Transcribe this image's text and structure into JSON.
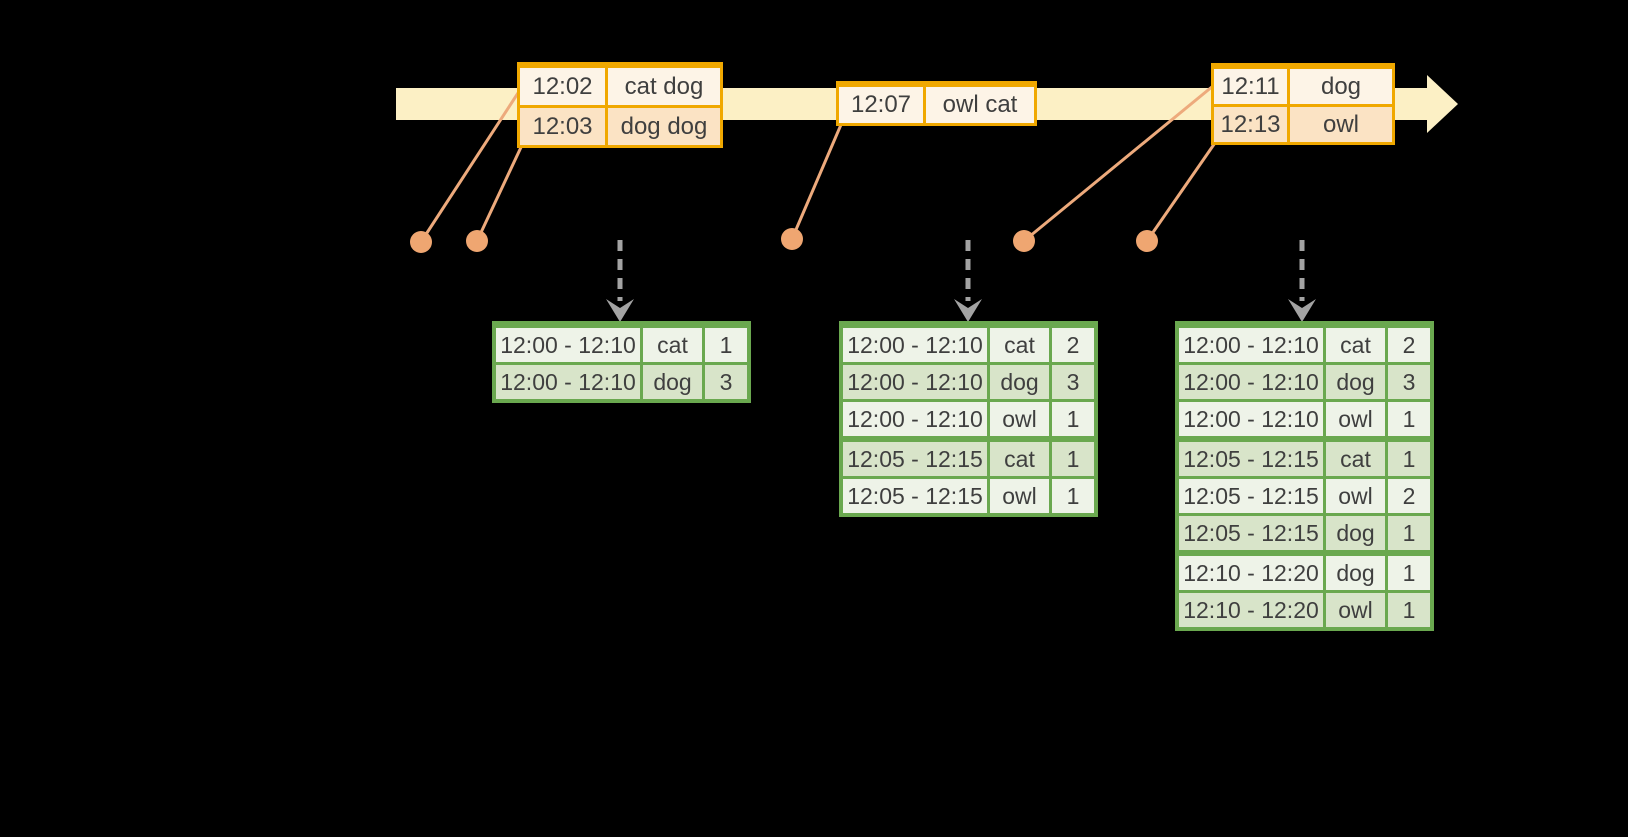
{
  "colors": {
    "background": "#000000",
    "timeline": "#fcf0c5",
    "event_border": "#f0a800",
    "event_row_odd": "#fbe3c4",
    "event_row_even": "#fdf4e7",
    "connector": "#edaa7c",
    "dot": "#efa671",
    "gray_arrow": "#a3a3a3",
    "result_border": "#6aa84f",
    "result_row_odd": "#d8e4c9",
    "result_row_even": "#eef3e8",
    "text": "#3f3f3f"
  },
  "timeline": {
    "event_batches": [
      {
        "rows": [
          {
            "time": "12:02",
            "words": "cat dog"
          },
          {
            "time": "12:03",
            "words": "dog dog"
          }
        ]
      },
      {
        "rows": [
          {
            "time": "12:07",
            "words": "owl cat"
          }
        ]
      },
      {
        "rows": [
          {
            "time": "12:11",
            "words": "dog"
          },
          {
            "time": "12:13",
            "words": "owl"
          }
        ]
      }
    ]
  },
  "result_tables": [
    {
      "rows": [
        {
          "window": "12:00 - 12:10",
          "word": "cat",
          "count": "1"
        },
        {
          "window": "12:00 - 12:10",
          "word": "dog",
          "count": "3"
        }
      ]
    },
    {
      "rows": [
        {
          "window": "12:00 - 12:10",
          "word": "cat",
          "count": "2"
        },
        {
          "window": "12:00 - 12:10",
          "word": "dog",
          "count": "3"
        },
        {
          "window": "12:00 - 12:10",
          "word": "owl",
          "count": "1"
        },
        {
          "window": "12:05 - 12:15",
          "word": "cat",
          "count": "1"
        },
        {
          "window": "12:05 - 12:15",
          "word": "owl",
          "count": "1"
        }
      ]
    },
    {
      "rows": [
        {
          "window": "12:00 - 12:10",
          "word": "cat",
          "count": "2"
        },
        {
          "window": "12:00 - 12:10",
          "word": "dog",
          "count": "3"
        },
        {
          "window": "12:00 - 12:10",
          "word": "owl",
          "count": "1"
        },
        {
          "window": "12:05 - 12:15",
          "word": "cat",
          "count": "1"
        },
        {
          "window": "12:05 - 12:15",
          "word": "owl",
          "count": "2"
        },
        {
          "window": "12:05 - 12:15",
          "word": "dog",
          "count": "1"
        },
        {
          "window": "12:10 - 12:20",
          "word": "dog",
          "count": "1"
        },
        {
          "window": "12:10 - 12:20",
          "word": "owl",
          "count": "1"
        }
      ]
    }
  ]
}
